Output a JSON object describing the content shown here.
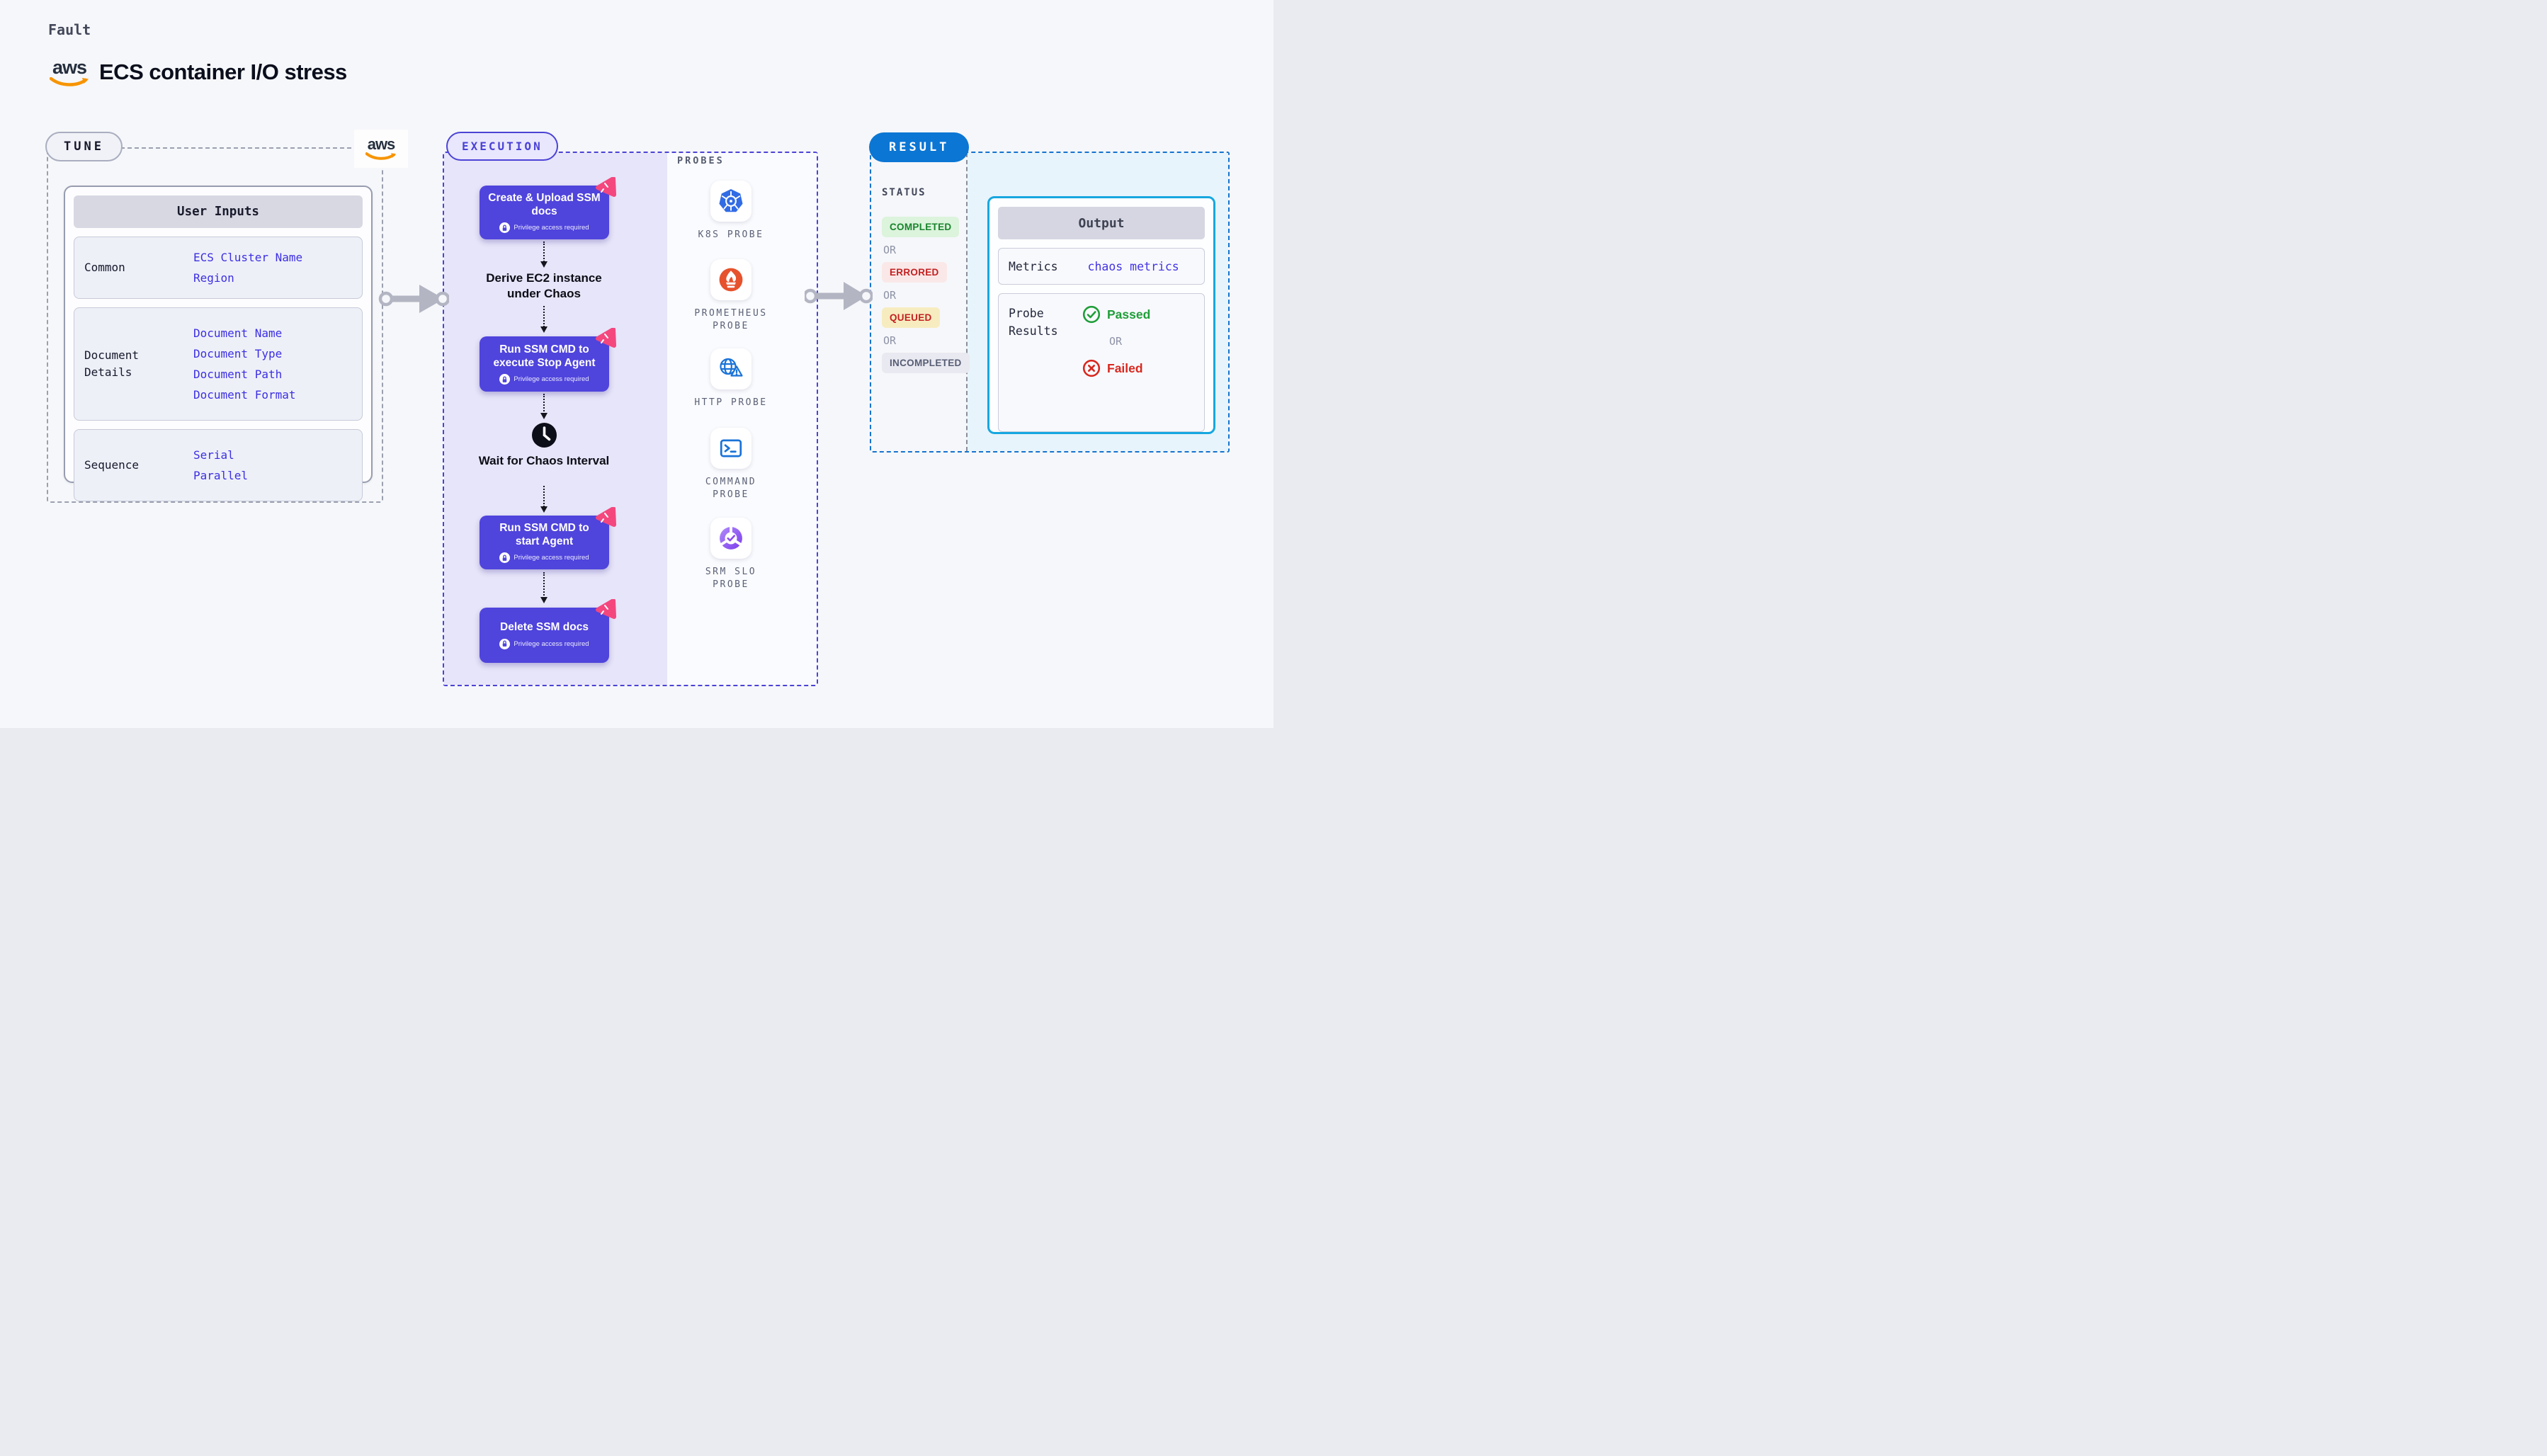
{
  "page": {
    "kicker": "Fault",
    "title": "ECS container I/O stress"
  },
  "brand": {
    "aws_word": "aws"
  },
  "tune": {
    "pill": "TUNE",
    "table": {
      "title": "User Inputs",
      "rows": [
        {
          "label": "Common",
          "values": [
            "ECS Cluster Name",
            "Region"
          ]
        },
        {
          "label": "Document Details",
          "values": [
            "Document Name",
            "Document Type",
            "Document Path",
            "Document Format"
          ]
        },
        {
          "label": "Sequence",
          "values": [
            "Serial",
            "Parallel"
          ]
        }
      ]
    }
  },
  "execution": {
    "pill": "EXECUTION",
    "privilege_badge": "Privilege access required",
    "steps": {
      "create_upload": "Create & Upload SSM docs",
      "derive": "Derive EC2 instance under Chaos",
      "stop_agent": "Run SSM CMD to execute Stop Agent",
      "wait": "Wait for Chaos Interval",
      "start_agent": "Run SSM CMD to start Agent",
      "delete_docs": "Delete SSM docs"
    },
    "probes": {
      "heading": "PROBES",
      "items": [
        "K8S PROBE",
        "PROMETHEUS PROBE",
        "HTTP PROBE",
        "COMMAND PROBE",
        "SRM SLO PROBE"
      ]
    }
  },
  "result": {
    "pill": "RESULT",
    "status": {
      "heading": "STATUS",
      "separator": "OR",
      "badges": [
        "COMPLETED",
        "ERRORED",
        "QUEUED",
        "INCOMPLETED"
      ]
    },
    "output": {
      "title": "Output",
      "metrics_label": "Metrics",
      "metrics_value": "chaos metrics",
      "probe_results_label": "Probe Results",
      "passed": "Passed",
      "or": "OR",
      "failed": "Failed"
    }
  },
  "colors": {
    "page_bg": "#f6f7fa",
    "step_purple": "#4f44dc",
    "chaos_pink": "#f4477e",
    "execution_indigo": "#4b43d6",
    "result_blue": "#0b76d4",
    "output_border_cyan": "#16a7e0",
    "link_blue": "#3b2fe2",
    "aws_orange": "#f79400",
    "completed_green": "#17842b",
    "errored_red": "#c32020",
    "passed_green": "#1f9e38",
    "failed_red": "#d8281e",
    "kubernetes_blue": "#326ce5",
    "prometheus_orange": "#e6522c"
  }
}
